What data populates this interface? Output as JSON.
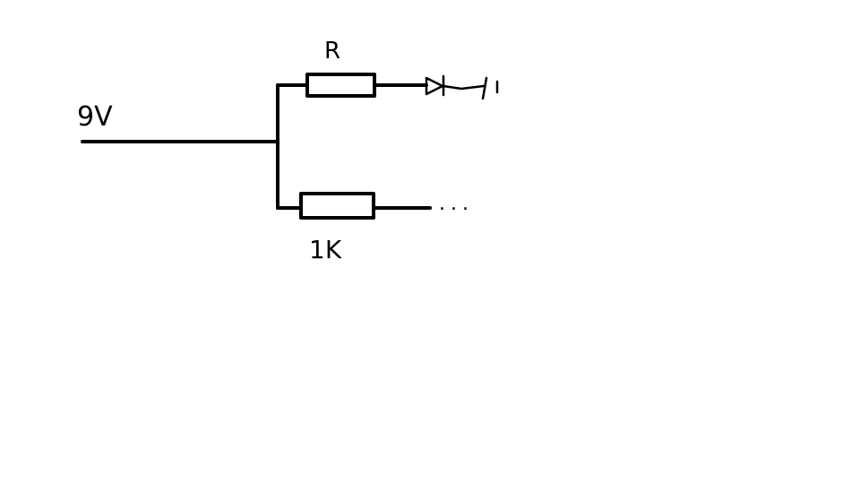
{
  "diagram": {
    "source_label": "9V",
    "top_branch": {
      "resistor_label": "R"
    },
    "bottom_branch": {
      "resistor_label": "1K",
      "continuation": "..."
    }
  }
}
